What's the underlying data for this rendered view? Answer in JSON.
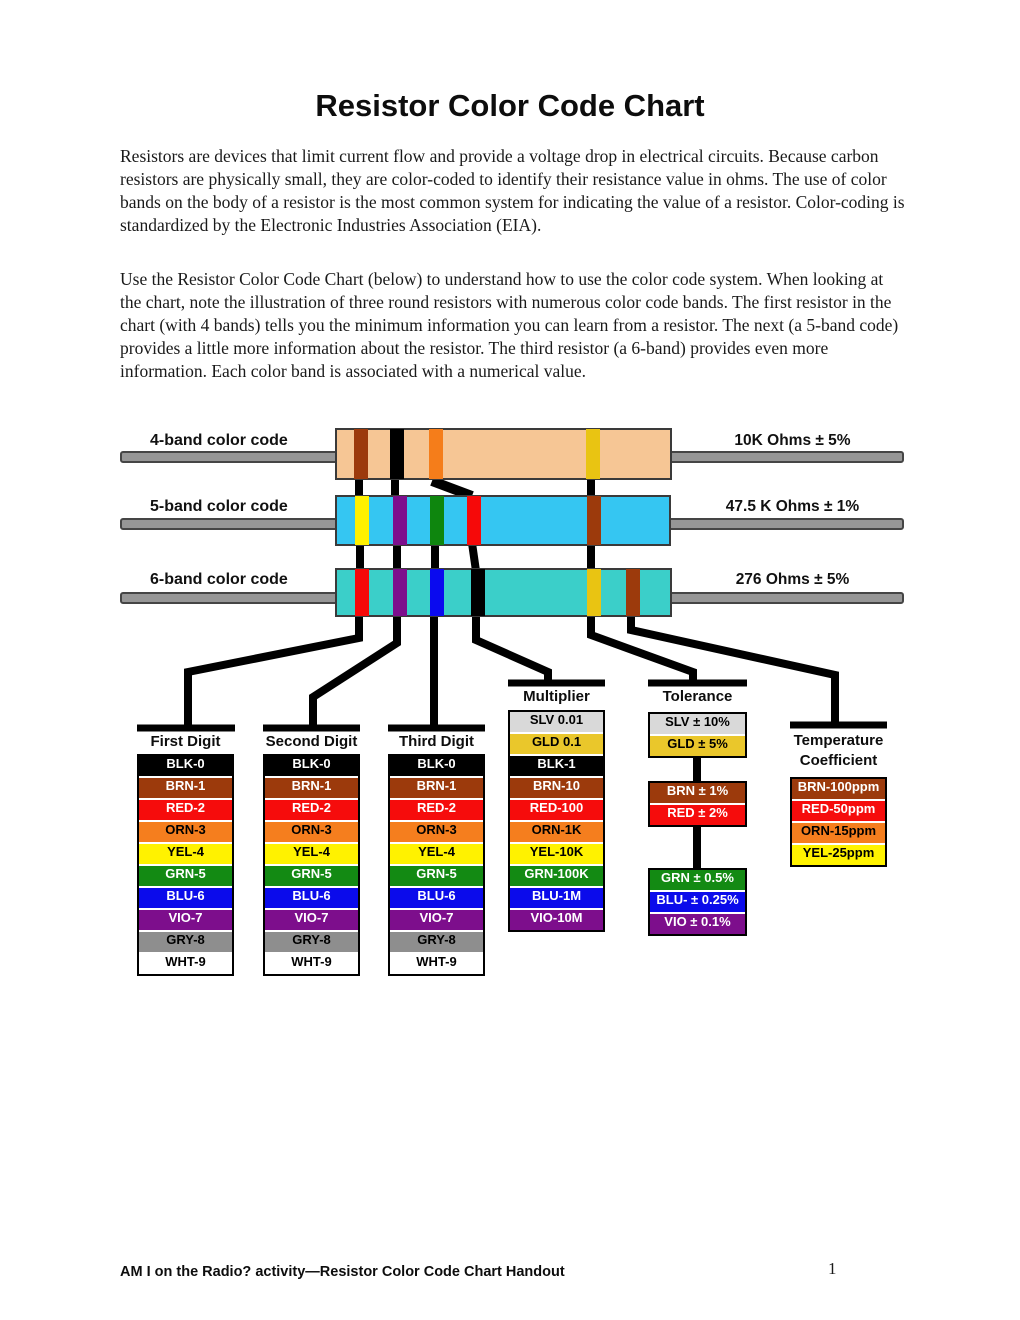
{
  "doc": {
    "title": "Resistor Color Code Chart",
    "paragraphs": [
      "Resistors are devices that limit current flow and provide a voltage drop in electrical circuits. Because carbon resistors are physically small, they are color-coded to identify their resistance value in ohms. The use of color bands on the body of a resistor is the most common system for indicating the value of a resistor. Color-coding is standardized by the Electronic Industries Association (EIA).",
      "Use the Resistor Color Code Chart (below) to understand how to use the color code system. When looking at the chart, note the illustration of three round resistors with numerous color code bands. The first resistor in the chart (with 4 bands) tells you the minimum information you can learn from a resistor. The next (a 5-band code) provides a little more information about the resistor. The third resistor (a 6-band) provides even more information. Each color band is associated with a numerical value."
    ],
    "footer": {
      "left": "AM I on the Radio? activity—Resistor Color Code Chart Handout",
      "page_number": "1"
    }
  },
  "figure": {
    "resistors": [
      {
        "label": "4-band color code",
        "value": "10K Ohms ± 5%",
        "body": "#F6C695",
        "bands": [
          {
            "name": "brown",
            "color": "#9C3A0C"
          },
          {
            "name": "black",
            "color": "#000000"
          },
          {
            "name": "orange",
            "color": "#F57D1A"
          },
          {
            "name": "gold",
            "color": "#E9C412"
          }
        ]
      },
      {
        "label": "5-band color code",
        "value": "47.5 K Ohms ± 1%",
        "body": "#35C6F2",
        "bands": [
          {
            "name": "yellow",
            "color": "#FFF100"
          },
          {
            "name": "violet",
            "color": "#7D0E8C"
          },
          {
            "name": "green",
            "color": "#0E860E"
          },
          {
            "name": "red",
            "color": "#F60909"
          },
          {
            "name": "brown",
            "color": "#9C3A0C"
          }
        ]
      },
      {
        "label": "6-band color code",
        "value": "276 Ohms ± 5%",
        "body": "#3BCFC9",
        "bands": [
          {
            "name": "red",
            "color": "#F60909"
          },
          {
            "name": "violet",
            "color": "#7D0E8C"
          },
          {
            "name": "blue",
            "color": "#0A0AEF"
          },
          {
            "name": "black",
            "color": "#000000"
          },
          {
            "name": "gold",
            "color": "#E9C412"
          },
          {
            "name": "brown",
            "color": "#9C3A0C"
          }
        ]
      }
    ],
    "columns": [
      {
        "header": "First Digit",
        "rows": [
          {
            "label": "BLK-0",
            "bg": "#000000",
            "fg": "#FFFFFF"
          },
          {
            "label": "BRN-1",
            "bg": "#9C3A0C",
            "fg": "#FFFFFF"
          },
          {
            "label": "RED-2",
            "bg": "#F60C0C",
            "fg": "#FFFFFF"
          },
          {
            "label": "ORN-3",
            "bg": "#F57E1E",
            "fg": "#000000"
          },
          {
            "label": "YEL-4",
            "bg": "#FFF200",
            "fg": "#000000"
          },
          {
            "label": "GRN-5",
            "bg": "#138A13",
            "fg": "#FFFFFF"
          },
          {
            "label": "BLU-6",
            "bg": "#0B0BEB",
            "fg": "#FFFFFF"
          },
          {
            "label": "VIO-7",
            "bg": "#7D0E8C",
            "fg": "#FFFFFF"
          },
          {
            "label": "GRY-8",
            "bg": "#8E8E8E",
            "fg": "#000000"
          },
          {
            "label": "WHT-9",
            "bg": "#FFFFFF",
            "fg": "#000000"
          }
        ]
      },
      {
        "header": "Second Digit",
        "rows": [
          {
            "label": "BLK-0",
            "bg": "#000000",
            "fg": "#FFFFFF"
          },
          {
            "label": "BRN-1",
            "bg": "#9C3A0C",
            "fg": "#FFFFFF"
          },
          {
            "label": "RED-2",
            "bg": "#F60C0C",
            "fg": "#FFFFFF"
          },
          {
            "label": "ORN-3",
            "bg": "#F57E1E",
            "fg": "#000000"
          },
          {
            "label": "YEL-4",
            "bg": "#FFF200",
            "fg": "#000000"
          },
          {
            "label": "GRN-5",
            "bg": "#138A13",
            "fg": "#FFFFFF"
          },
          {
            "label": "BLU-6",
            "bg": "#0B0BEB",
            "fg": "#FFFFFF"
          },
          {
            "label": "VIO-7",
            "bg": "#7D0E8C",
            "fg": "#FFFFFF"
          },
          {
            "label": "GRY-8",
            "bg": "#8E8E8E",
            "fg": "#000000"
          },
          {
            "label": "WHT-9",
            "bg": "#FFFFFF",
            "fg": "#000000"
          }
        ]
      },
      {
        "header": "Third Digit",
        "rows": [
          {
            "label": "BLK-0",
            "bg": "#000000",
            "fg": "#FFFFFF"
          },
          {
            "label": "BRN-1",
            "bg": "#9C3A0C",
            "fg": "#FFFFFF"
          },
          {
            "label": "RED-2",
            "bg": "#F60C0C",
            "fg": "#FFFFFF"
          },
          {
            "label": "ORN-3",
            "bg": "#F57E1E",
            "fg": "#000000"
          },
          {
            "label": "YEL-4",
            "bg": "#FFF200",
            "fg": "#000000"
          },
          {
            "label": "GRN-5",
            "bg": "#138A13",
            "fg": "#FFFFFF"
          },
          {
            "label": "BLU-6",
            "bg": "#0B0BEB",
            "fg": "#FFFFFF"
          },
          {
            "label": "VIO-7",
            "bg": "#7D0E8C",
            "fg": "#FFFFFF"
          },
          {
            "label": "GRY-8",
            "bg": "#8E8E8E",
            "fg": "#000000"
          },
          {
            "label": "WHT-9",
            "bg": "#FFFFFF",
            "fg": "#000000"
          }
        ]
      },
      {
        "header": "Multiplier",
        "rows": [
          {
            "label": "SLV 0.01",
            "bg": "#D9D9D9",
            "fg": "#000000"
          },
          {
            "label": "GLD 0.1",
            "bg": "#EAC72B",
            "fg": "#000000"
          },
          {
            "label": "BLK-1",
            "bg": "#000000",
            "fg": "#FFFFFF"
          },
          {
            "label": "BRN-10",
            "bg": "#9C3A0C",
            "fg": "#FFFFFF"
          },
          {
            "label": "RED-100",
            "bg": "#F60C0C",
            "fg": "#FFFFFF"
          },
          {
            "label": "ORN-1K",
            "bg": "#F57E1E",
            "fg": "#000000"
          },
          {
            "label": "YEL-10K",
            "bg": "#FFF200",
            "fg": "#000000"
          },
          {
            "label": "GRN-100K",
            "bg": "#138A13",
            "fg": "#FFFFFF"
          },
          {
            "label": "BLU-1M",
            "bg": "#0B0BEB",
            "fg": "#FFFFFF"
          },
          {
            "label": "VIO-10M",
            "bg": "#7D0E8C",
            "fg": "#FFFFFF"
          }
        ]
      },
      {
        "header": "Tolerance",
        "groups": [
          {
            "rows": [
              {
                "label": "SLV ± 10%",
                "bg": "#D9D9D9",
                "fg": "#000000"
              },
              {
                "label": "GLD ± 5%",
                "bg": "#EAC72B",
                "fg": "#000000"
              }
            ]
          },
          {
            "rows": [
              {
                "label": "BRN ± 1%",
                "bg": "#9C3A0C",
                "fg": "#FFFFFF"
              },
              {
                "label": "RED ± 2%",
                "bg": "#F60C0C",
                "fg": "#FFFFFF"
              }
            ]
          },
          {
            "rows": [
              {
                "label": "GRN ± 0.5%",
                "bg": "#138A13",
                "fg": "#FFFFFF"
              },
              {
                "label": "BLU- ± 0.25%",
                "bg": "#0B0BEB",
                "fg": "#FFFFFF"
              },
              {
                "label": "VIO ± 0.1%",
                "bg": "#7D0E8C",
                "fg": "#FFFFFF"
              }
            ]
          }
        ]
      },
      {
        "header": "Temperature",
        "header2": "Coefficient",
        "rows": [
          {
            "label": "BRN-100ppm",
            "bg": "#9C3A0C",
            "fg": "#FFFFFF"
          },
          {
            "label": "RED-50ppm",
            "bg": "#F60C0C",
            "fg": "#FFFFFF"
          },
          {
            "label": "ORN-15ppm",
            "bg": "#F57E1E",
            "fg": "#000000"
          },
          {
            "label": "YEL-25ppm",
            "bg": "#FFF200",
            "fg": "#000000"
          }
        ]
      }
    ]
  }
}
